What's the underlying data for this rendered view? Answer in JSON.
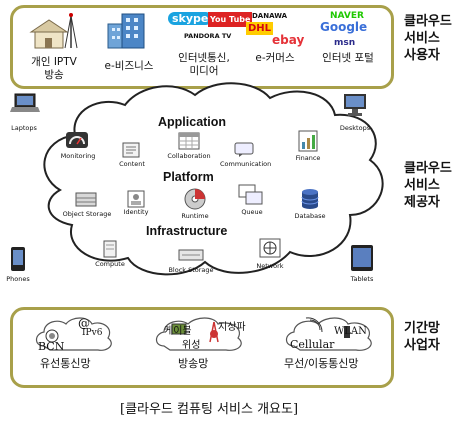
{
  "top_services": [
    {
      "label": "개인 IPTV\n방송"
    },
    {
      "label": "e-비즈니스"
    },
    {
      "label": "인터넷통신,\n미디어"
    },
    {
      "label": "e-커머스"
    },
    {
      "label": "인터넷 포털"
    }
  ],
  "logos": {
    "skype": "skype",
    "youtube": "You Tube",
    "pandora": "PANDORA TV",
    "danawa": "DANAWA",
    "dhl": "DHL",
    "ebay": "ebay",
    "naver": "NAVER",
    "google": "Google",
    "msn": "msn"
  },
  "side_labels": {
    "user": [
      "클라우드",
      "서비스",
      "사용자"
    ],
    "provider": [
      "클라우드",
      "서비스",
      "제공자"
    ],
    "carrier": [
      "기간망",
      "사업자"
    ]
  },
  "devices": {
    "laptops": "Laptops",
    "desktops": "Desktops",
    "phones": "Phones",
    "tablets": "Tablets"
  },
  "cloud": {
    "application": "Application",
    "platform": "Platform",
    "infrastructure": "Infrastructure",
    "items": {
      "monitoring": "Monitoring",
      "content": "Content",
      "collaboration": "Collaboration",
      "communication": "Communication",
      "finance": "Finance",
      "object_storage": "Object Storage",
      "identity": "Identity",
      "runtime": "Runtime",
      "queue": "Queue",
      "database": "Database",
      "compute": "Compute",
      "block_storage": "Block Storage",
      "network": "Network"
    }
  },
  "networks": [
    {
      "title_top": "@",
      "title": "IPv6",
      "sub": "BCN",
      "label": "유선통신망"
    },
    {
      "title_top": "케이블",
      "title": "위성",
      "sub": "지상파",
      "label": "방송망"
    },
    {
      "title_top": "",
      "title": "WLAN",
      "sub": "Cellular",
      "label": "무선/이동통신망"
    }
  ],
  "caption": "[클라우드 컴퓨팅 서비스 개요도]",
  "colors": {
    "box_border": "#a8a04a"
  }
}
